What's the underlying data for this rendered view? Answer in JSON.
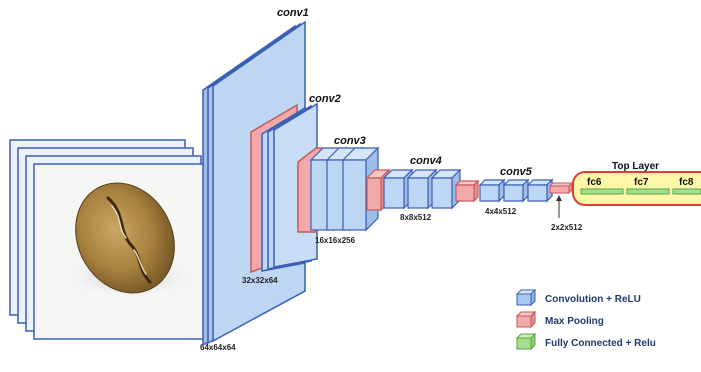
{
  "diagram": {
    "stages": {
      "conv1": "conv1",
      "conv2": "conv2",
      "conv3": "conv3",
      "conv4": "conv4",
      "conv5": "conv5",
      "top_layer": "Top Layer"
    },
    "dimensions": {
      "input": "64x64x64",
      "conv2": "32x32x64",
      "conv3": "16x16x256",
      "conv4": "8x8x512",
      "conv5": "4x4x512",
      "pool5": "2x2x512"
    },
    "fully_connected": [
      "fc6",
      "fc7",
      "fc8"
    ],
    "legend": [
      {
        "label": "Convolution + ReLU",
        "color": "#a9c9ee",
        "border": "#3a5fb5"
      },
      {
        "label": "Max Pooling",
        "color": "#f2a9a9",
        "border": "#c55a5a"
      },
      {
        "label": "Fully Connected + Relu",
        "color": "#a8de8f",
        "border": "#5aa53f"
      }
    ],
    "colors": {
      "conv_fill": "#bcd6f3",
      "conv_stroke": "#3a5fb5",
      "pool_fill": "#f2a9a9",
      "pool_stroke": "#c55a5a",
      "fc_fill": "#a8de8f",
      "top_layer_fill": "#fff7a8",
      "top_layer_stroke": "#e23b3b"
    }
  }
}
